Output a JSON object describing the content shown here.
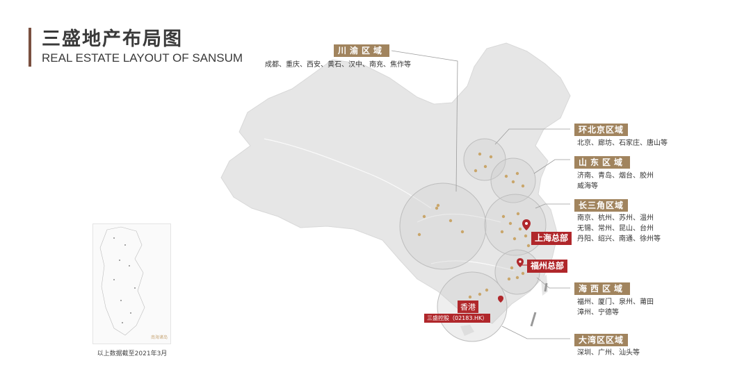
{
  "header": {
    "title_cn": "三盛地产布局图",
    "title_en": "REAL ESTATE LAYOUT OF SANSUM"
  },
  "regions": [
    {
      "id": "chuanyu",
      "label": "川渝区域",
      "cities": [
        "成都、重庆、西安、黄石、汉中、南充、焦作等"
      ]
    },
    {
      "id": "huanbeijing",
      "label": "环北京区域",
      "cities": [
        "北京、廊坊、石家庄、唐山等"
      ]
    },
    {
      "id": "shandong",
      "label": "山东区域",
      "cities": [
        "济南、青岛、烟台、胶州",
        "威海等"
      ]
    },
    {
      "id": "changsanjiao",
      "label": "长三角区域",
      "cities": [
        "南京、杭州、苏州、温州",
        "无锡、常州、昆山、台州",
        "丹阳、绍兴、南通、徐州等"
      ]
    },
    {
      "id": "haixi",
      "label": "海西区域",
      "cities": [
        "福州、厦门、泉州、莆田",
        "漳州、宁德等"
      ]
    },
    {
      "id": "dawanqu",
      "label": "大湾区区域",
      "cities": [
        "深圳、广州、汕头等"
      ]
    }
  ],
  "hq": {
    "shanghai": "上海总部",
    "fuzhou": "福州总部"
  },
  "hongkong": {
    "label": "香港",
    "stock": "三盛控股（02183.HK）"
  },
  "inset": {
    "legend": "南海诸岛",
    "note": "以上数据截至2021年3月"
  },
  "colors": {
    "accent": "#a1845e",
    "hq_red": "#b0272b",
    "map_fill": "#e6e6e6",
    "title_bar": "#7a5040"
  }
}
